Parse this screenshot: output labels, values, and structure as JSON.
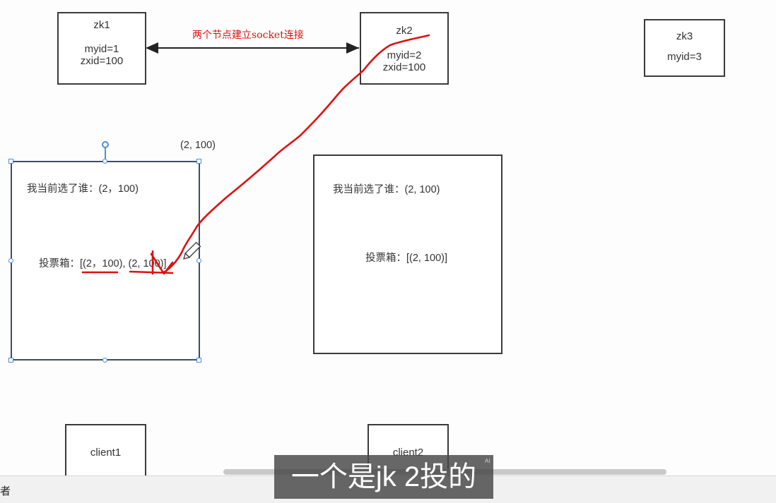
{
  "diagram": {
    "nodes": [
      {
        "id": "zk1",
        "title": "zk1",
        "lines": [
          "myid=1",
          "zxid=100"
        ]
      },
      {
        "id": "zk2",
        "title": "zk2",
        "lines": [
          "myid=2",
          "zxid=100"
        ]
      },
      {
        "id": "zk3",
        "title": "zk3",
        "lines": [
          "myid=3"
        ]
      }
    ],
    "connection_label": "两个节点建立socket连接",
    "coord_label": "(2, 100)",
    "panel_left": {
      "current_vote": "我当前选了谁：(2，100)",
      "ballot_box": "投票箱：[(2，100), (2, 100)]"
    },
    "panel_right": {
      "current_vote": "我当前选了谁：(2, 100)",
      "ballot_box": "投票箱：[(2, 100)]"
    },
    "clients": [
      {
        "label": "client1"
      },
      {
        "label": "client2"
      }
    ],
    "annotation_color": "#e01010",
    "selection_color": "#4a90d9"
  },
  "bottom_bar": {
    "text": "者"
  },
  "video_subtitle": {
    "text": "一个是jk 2投的",
    "badge": "AI"
  }
}
